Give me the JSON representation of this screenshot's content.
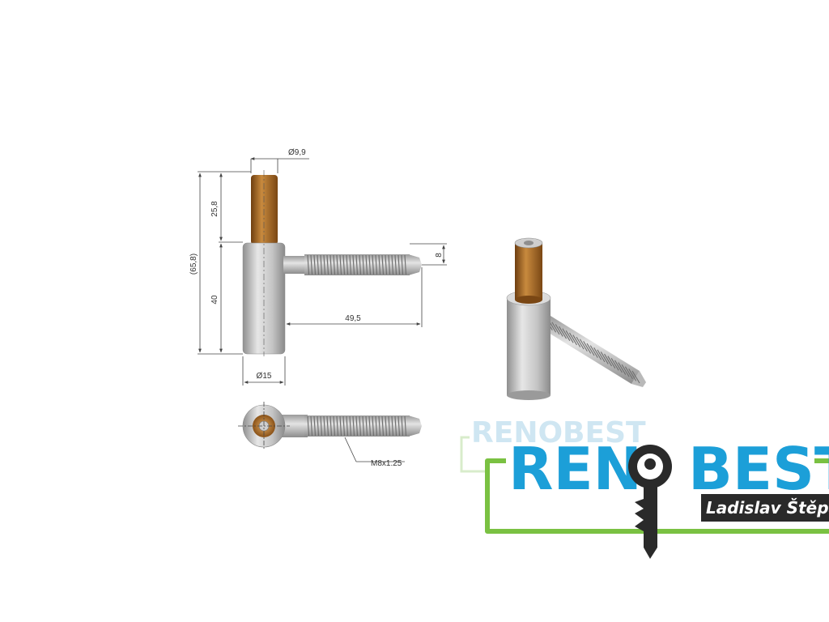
{
  "drawing": {
    "dims": {
      "pin_diameter": "Ø9,9",
      "pin_length": "25,8",
      "total_length": "(65,8)",
      "barrel_length": "40",
      "thread_diameter": "8",
      "thread_length": "49,5",
      "barrel_diameter": "Ø15",
      "thread_spec": "M8x1.25"
    }
  },
  "logo": {
    "word_left": "REN",
    "word_right": "BEST",
    "ghost_word": "RENOBEST",
    "owner": "Ladislav Štěpán",
    "colors": {
      "brand_blue": "#1c9fd8",
      "brand_green": "#7ac142",
      "badge_bg": "#2a2a2a"
    }
  }
}
